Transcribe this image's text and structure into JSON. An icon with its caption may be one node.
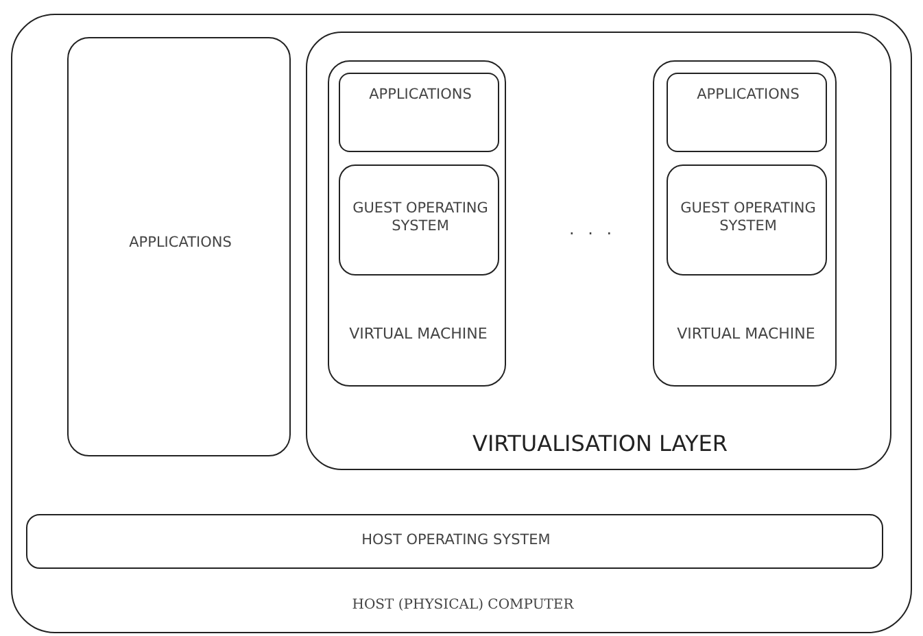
{
  "diagram": {
    "nodes": [
      {
        "text": [
          "HOST (PHYSICAL) COMPUTER"
        ]
      },
      {
        "text": [
          "APPLICATIONS"
        ],
        "in": 0
      },
      {
        "text": [
          "VIRTUALISATION LAYER"
        ],
        "in": 0
      },
      {
        "text": [
          "VIRTUAL MACHINE"
        ],
        "in": 2
      },
      {
        "text": [
          "APPLICATIONS"
        ],
        "in": 3
      },
      {
        "text": [
          "GUEST OPERATING SYSTEM"
        ],
        "in": 3
      },
      {
        "text": [
          "VIRTUAL MACHINE"
        ],
        "in": 2
      },
      {
        "text": [
          "APPLICATIONS"
        ],
        "in": 6
      },
      {
        "text": [
          "GUEST OPERATING SYSTEM"
        ],
        "in": 6
      },
      {
        "text": [
          "HOST OPERATING SYSTEM"
        ],
        "in": 0
      }
    ],
    "labels": [
      ". . ."
    ]
  }
}
